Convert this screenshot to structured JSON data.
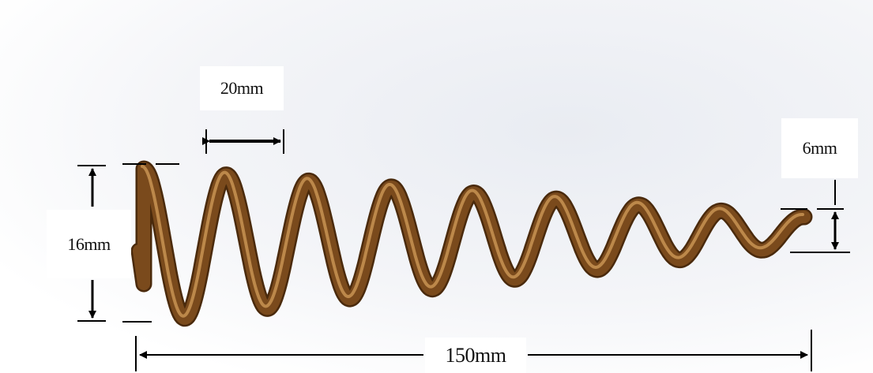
{
  "dimensions": {
    "pitch": "20mm",
    "large_height": "16mm",
    "small_height": "6mm",
    "total_length": "150mm"
  },
  "colors": {
    "coil": "#7a4a1c",
    "coil_highlight": "#c89352",
    "coil_shadow": "#4a2a0c",
    "dimension_line": "#000000",
    "background_top": "#eef0f4",
    "background_bottom": "#ffffff"
  }
}
